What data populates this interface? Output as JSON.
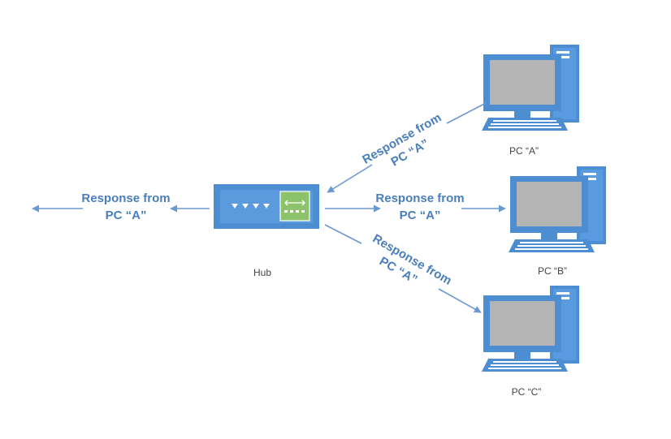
{
  "hub": {
    "label": "Hub"
  },
  "pcs": [
    {
      "id": "A",
      "label": "PC “A”"
    },
    {
      "id": "B",
      "label": "PC “B”"
    },
    {
      "id": "C",
      "label": "PC “C”"
    }
  ],
  "messages": {
    "left": {
      "line1": "Response from",
      "line2": "PC “A”"
    },
    "from_a": {
      "line1": "Response from",
      "line2": "PC “A”"
    },
    "to_b": {
      "line1": "Response from",
      "line2": "PC “A”"
    },
    "to_c": {
      "line1": "Response from",
      "line2": "PC “A”"
    }
  },
  "colors": {
    "device_blue": "#4d8ed3",
    "device_dark": "#2f6fb7",
    "screen_gray": "#b4b4b4",
    "port_green": "#8cc36a",
    "arrow": "#6a99d0",
    "message_text": "#4a7ebb"
  }
}
